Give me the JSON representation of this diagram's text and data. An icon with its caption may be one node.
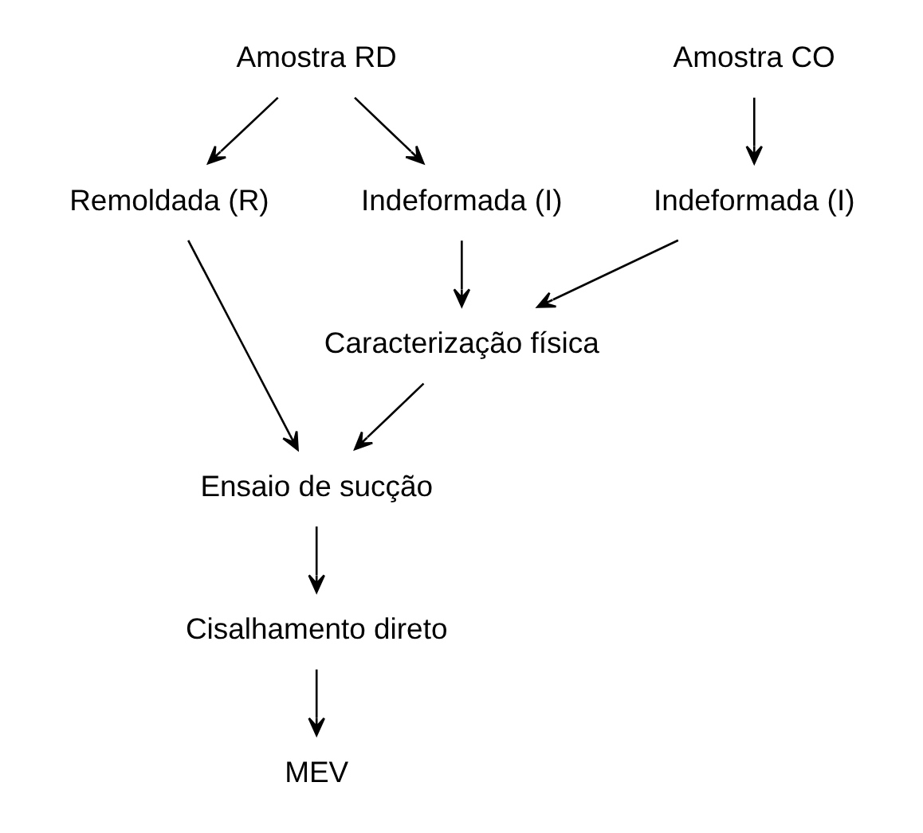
{
  "diagram": {
    "nodes": [
      {
        "text": [
          "Amostra RD"
        ]
      },
      {
        "text": [
          "Amostra CO"
        ]
      },
      {
        "text": [
          "Remoldada (R)"
        ]
      },
      {
        "text": [
          "Indeformada (I)"
        ]
      },
      {
        "text": [
          "Indeformada (I)"
        ]
      },
      {
        "text": [
          "Caracterização física"
        ]
      },
      {
        "text": [
          "Ensaio de sucção"
        ]
      },
      {
        "text": [
          "Cisalhamento direto"
        ]
      },
      {
        "text": [
          "MEV"
        ]
      }
    ],
    "edges": [
      {
        "from": 0,
        "to": 2,
        "arrow": "to"
      },
      {
        "from": 0,
        "to": 3,
        "arrow": "to"
      },
      {
        "from": 1,
        "to": 4,
        "arrow": "to"
      },
      {
        "from": 3,
        "to": 5,
        "arrow": "to"
      },
      {
        "from": 4,
        "to": 5,
        "arrow": "to"
      },
      {
        "from": 2,
        "to": 6,
        "arrow": "to"
      },
      {
        "from": 5,
        "to": 6,
        "arrow": "to"
      },
      {
        "from": 6,
        "to": 7,
        "arrow": "to"
      },
      {
        "from": 7,
        "to": 8,
        "arrow": "to"
      }
    ]
  }
}
